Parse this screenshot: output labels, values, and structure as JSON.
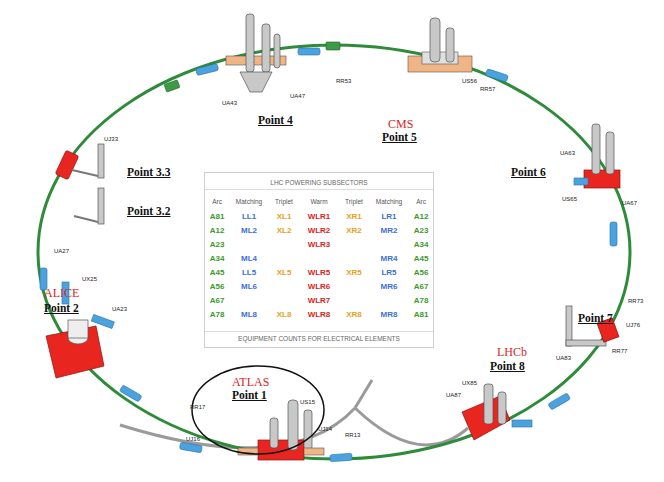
{
  "diagram": {
    "nodes": [
      {
        "text": [
          "LHC POWERING SUBSECTORS",
          "EQUIPMENT COUNTS FOR ELECTRICAL ELEMENTS"
        ]
      }
    ],
    "labels": [
      "Point 4",
      "Point 3.3",
      "Point 3.2",
      "ALICE",
      "Point 2",
      "ATLAS",
      "Point 1",
      "CMS",
      "Point 5",
      "Point 6",
      "Point 7",
      "LHCb",
      "Point 8",
      "UA43",
      "UA47",
      "RR53",
      "US56",
      "RR57",
      "UJ33",
      "UA63",
      "US65",
      "UA67",
      "UA27",
      "UX25",
      "UA23",
      "RR17",
      "UJ16",
      "US15",
      "UJ14",
      "RR13",
      "UA83",
      "UA87",
      "UX85",
      "RR73",
      "UJ76",
      "RR77",
      "Arc",
      "Matching",
      "Triplet",
      "Warm",
      "Triplet",
      "Matching",
      "Arc",
      "A81",
      "LL1",
      "XL1",
      "WLR1",
      "XR1",
      "LR1",
      "A12",
      "A12",
      "ML2",
      "XL2",
      "WLR2",
      "XR2",
      "MR2",
      "A23",
      "A23",
      "WLR3",
      "A34",
      "A34",
      "ML4",
      "MR4",
      "A45",
      "A45",
      "LL5",
      "XL5",
      "WLR5",
      "XR5",
      "LR5",
      "A56",
      "A56",
      "ML6",
      "WLR6",
      "MR6",
      "A67",
      "A67",
      "WLR7",
      "A78",
      "A78",
      "ML8",
      "XL8",
      "WLR8",
      "XR8",
      "MR8",
      "A81"
    ]
  }
}
